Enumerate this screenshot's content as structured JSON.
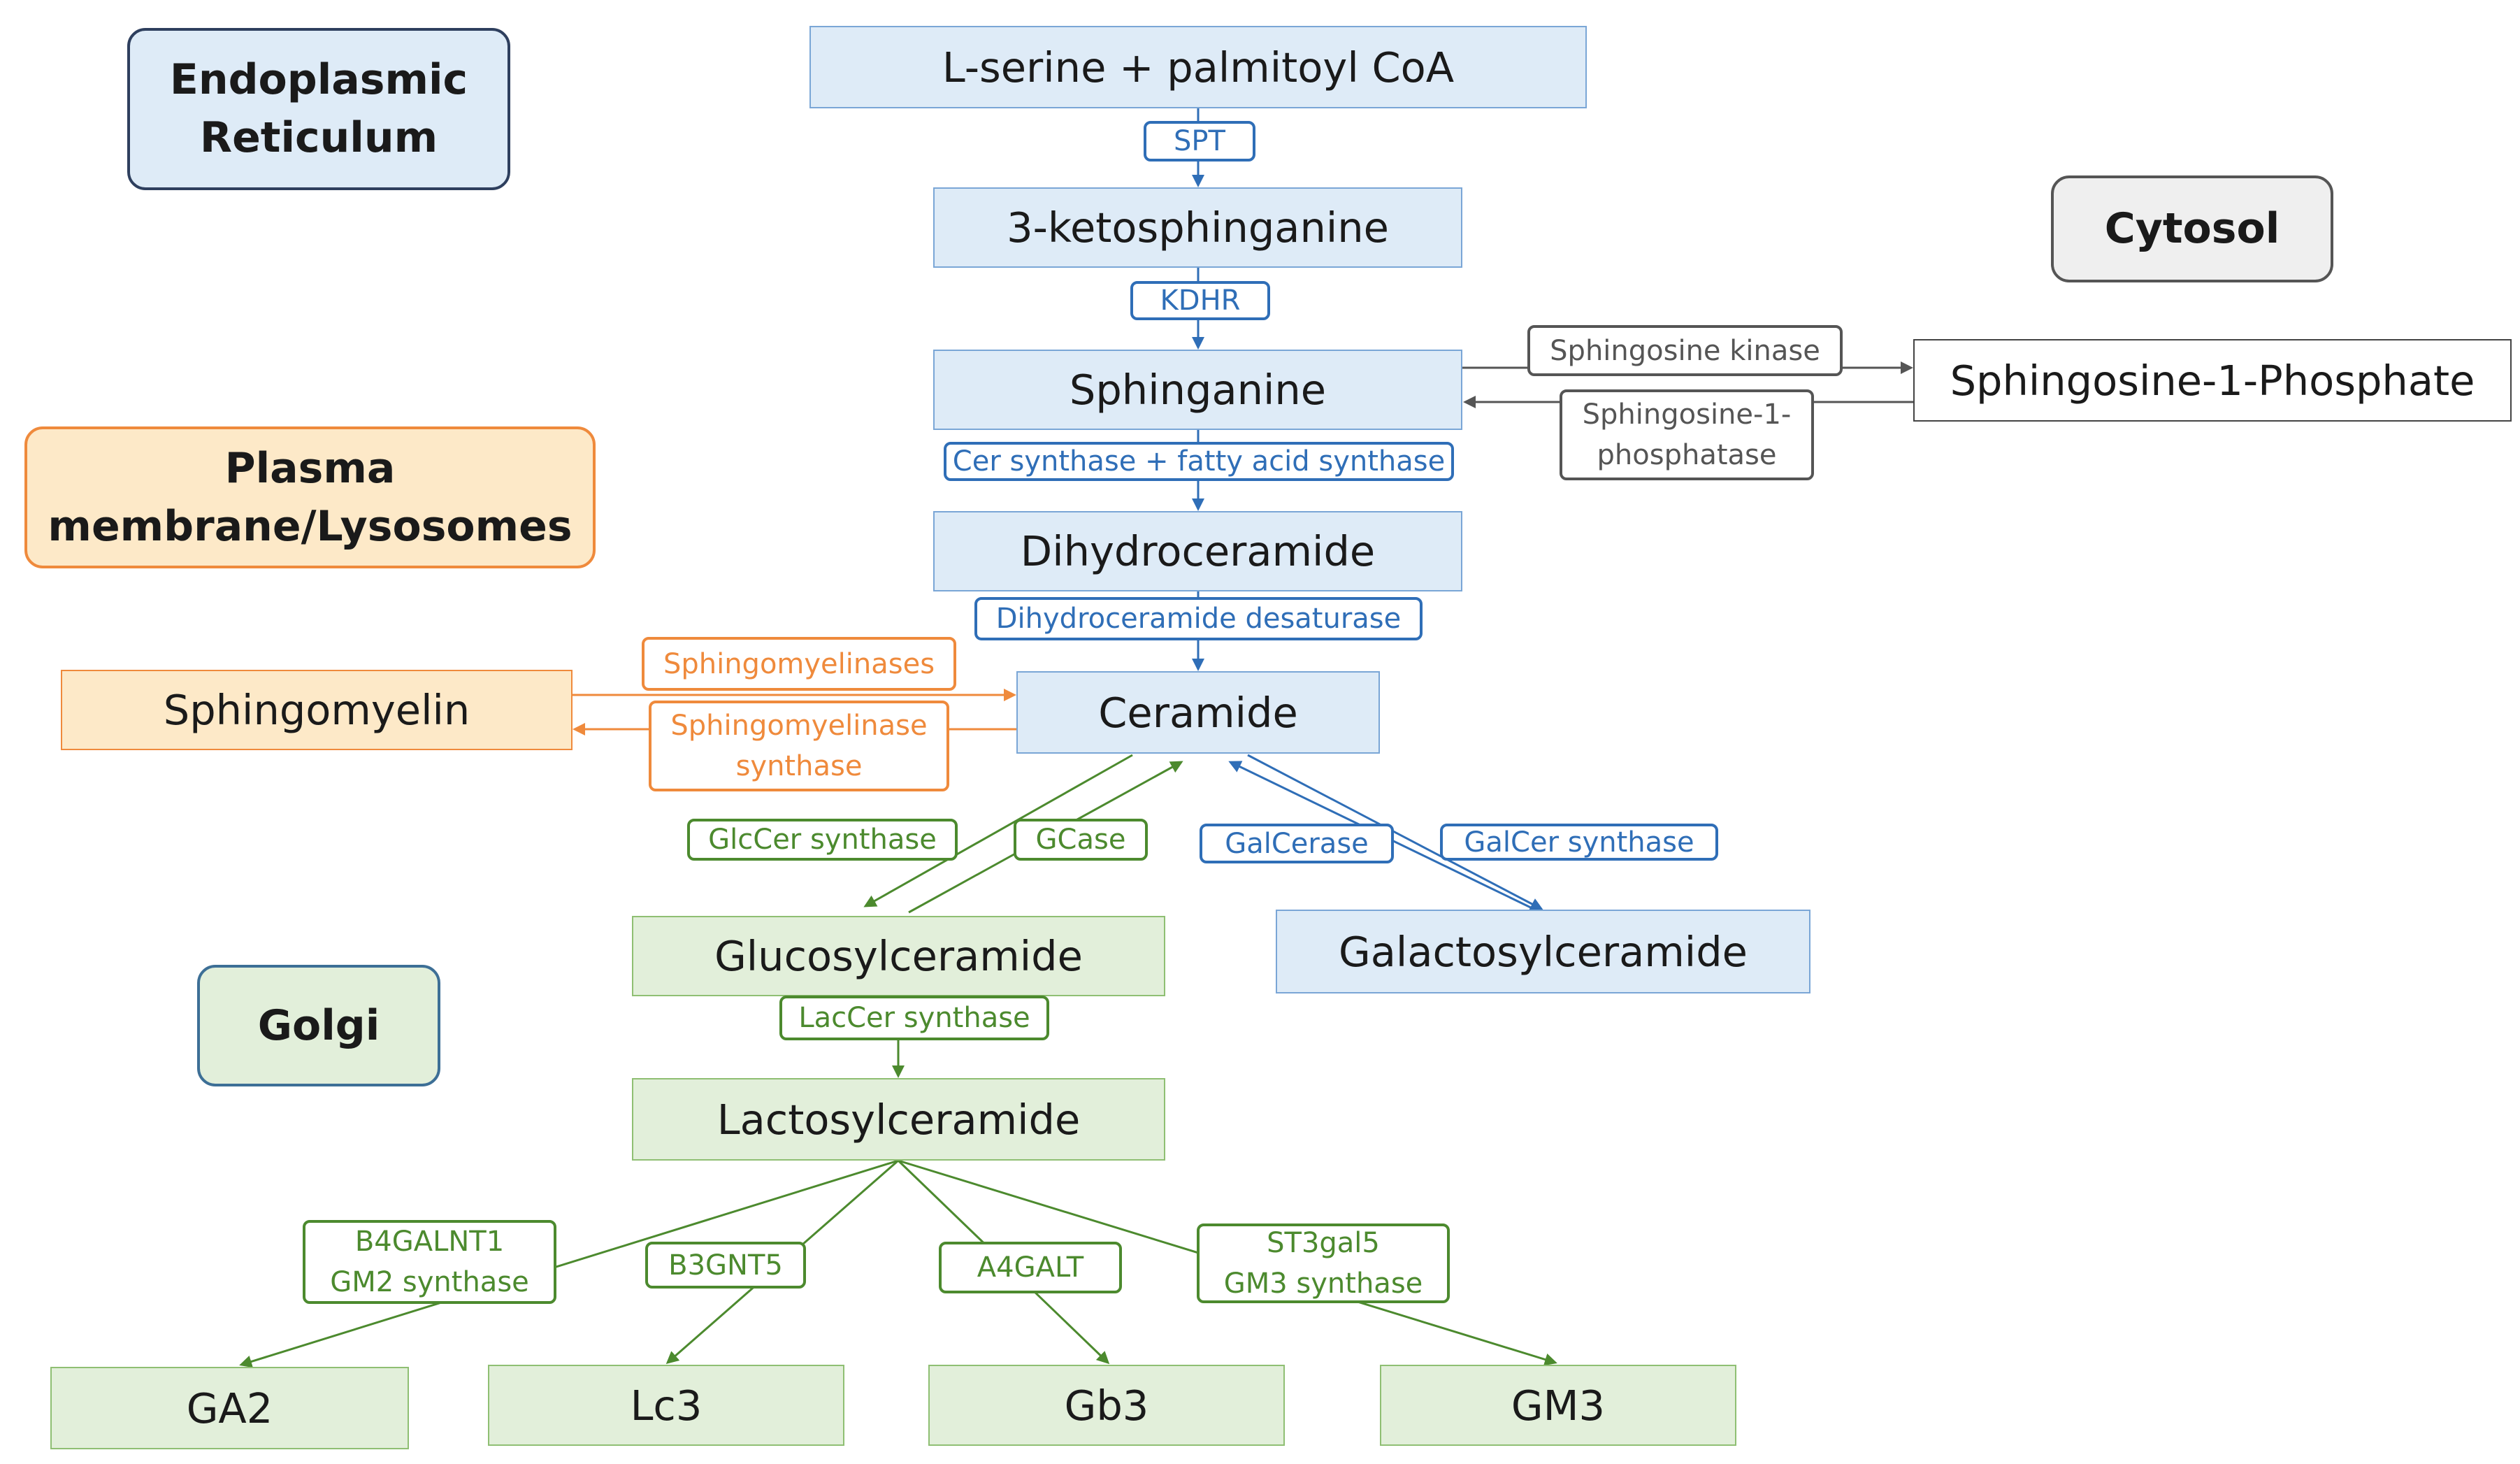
{
  "regions": {
    "er": "Endoplasmic\nReticulum",
    "cytosol": "Cytosol",
    "plasma": "Plasma\nmembrane/Lysosomes",
    "golgi": "Golgi"
  },
  "metabolites": {
    "serine": "L-serine + palmitoyl CoA",
    "keto": "3-ketosphinganine",
    "sphinganine": "Sphinganine",
    "s1p": "Sphingosine-1-Phosphate",
    "dihydro": "Dihydroceramide",
    "ceramide": "Ceramide",
    "sphingomyelin": "Sphingomyelin",
    "glucosyl": "Glucosylceramide",
    "galactosyl": "Galactosylceramide",
    "lactosyl": "Lactosylceramide",
    "ga2": "GA2",
    "lc3": "Lc3",
    "gb3": "Gb3",
    "gm3": "GM3"
  },
  "enzymes": {
    "spt": "SPT",
    "kdhr": "KDHR",
    "sphk": "Sphingosine kinase",
    "s1pp": "Sphingosine-1-\nphosphatase",
    "cers": "Cer synthase + fatty acid synthase",
    "des": "Dihydroceramide desaturase",
    "smase": "Sphingomyelinases",
    "sms": "Sphingomyelinase\nsynthase",
    "glccer": "GlcCer synthase",
    "gcase": "GCase",
    "galcerase": "GalCerase",
    "galcer": "GalCer synthase",
    "laccer": "LacCer synthase",
    "b4galnt1": "B4GALNT1\nGM2 synthase",
    "b3gnt5": "B3GNT5",
    "a4galt": "A4GALT",
    "st3gal5": "ST3gal5\nGM3 synthase"
  },
  "colors": {
    "er_pathway": "#2f6eb7",
    "golgi_pathway": "#4c8a2e",
    "plasma_pathway": "#ef8a3c",
    "cytosol_pathway": "#555555"
  }
}
